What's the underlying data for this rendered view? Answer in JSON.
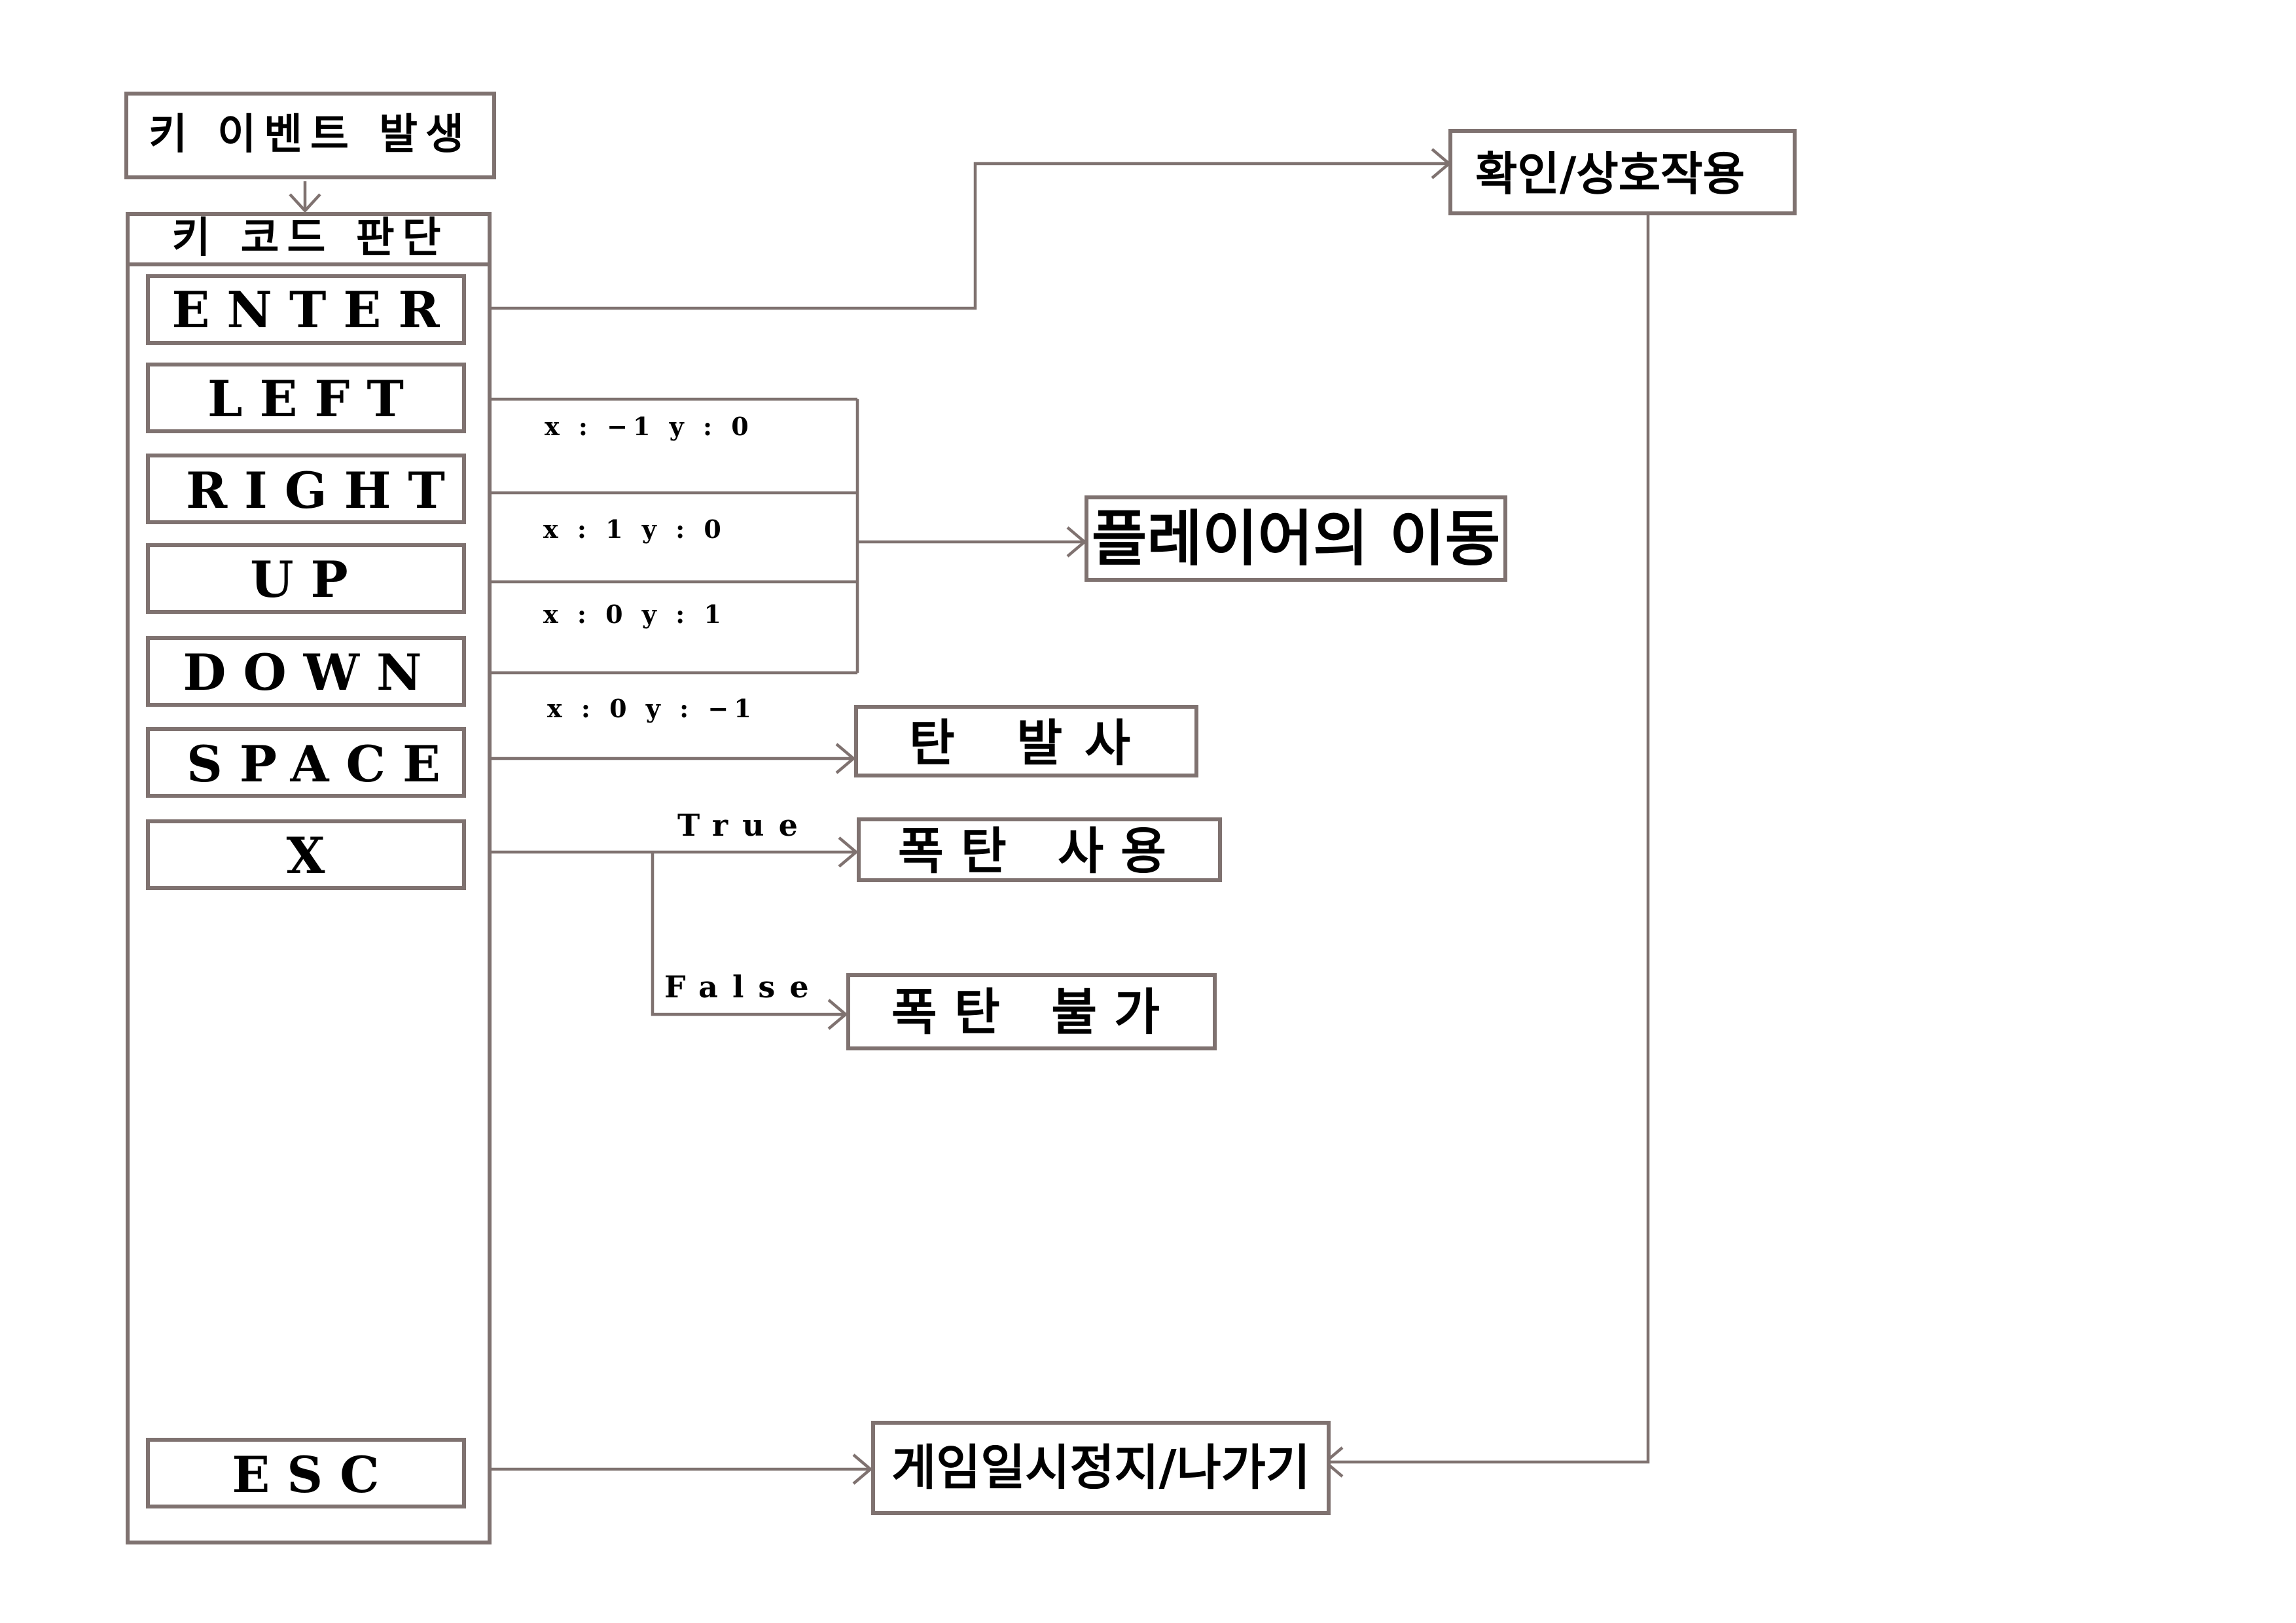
{
  "nodes": {
    "key_event": "키 이벤트 발생",
    "key_code_check": "키 코드 판단",
    "confirm_interact": "확인/상호작용",
    "player_move": "플레이어의 이동",
    "bullet_fire": "탄 발사",
    "bomb_use": "폭탄 사용",
    "bomb_unavailable": "폭탄 불가",
    "pause_exit": "게임일시정지/나가기"
  },
  "keys": {
    "enter": "ENTER",
    "left": "LEFT",
    "right": "RIGHT",
    "up": "UP",
    "down": "DOWN",
    "space": "SPACE",
    "x": "X",
    "esc": "ESC"
  },
  "vectors": {
    "left": "x : −1   y : 0",
    "right": "x : 1   y : 0",
    "up": "x : 0   y : 1",
    "down": "x : 0   y : −1"
  },
  "conditions": {
    "true_label": "True",
    "false_label": "False"
  }
}
